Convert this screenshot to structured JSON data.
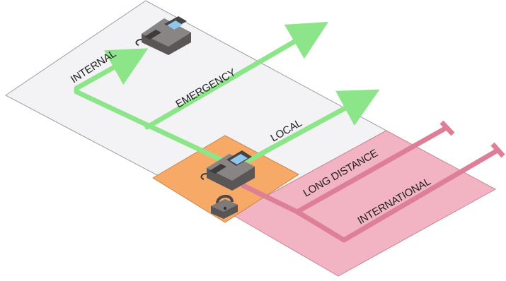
{
  "labels": {
    "internal": "INTERNAL",
    "emergency": "EMERGENCY",
    "local": "LOCAL",
    "long_distance": "LONG DISTANCE",
    "international": "INTERNATIONAL"
  },
  "zones": {
    "allowed_zone_color": "#f3f3f6",
    "restricted_zone_color": "#f2b3c3",
    "secure_zone_color": "#f7a968"
  },
  "routes": {
    "allowed_color": "#8de58a",
    "blocked_color": "#dd7f97"
  },
  "icons": {
    "remote_phone": "desk-phone-icon",
    "local_phone": "desk-phone-icon",
    "lock": "padlock-icon"
  }
}
